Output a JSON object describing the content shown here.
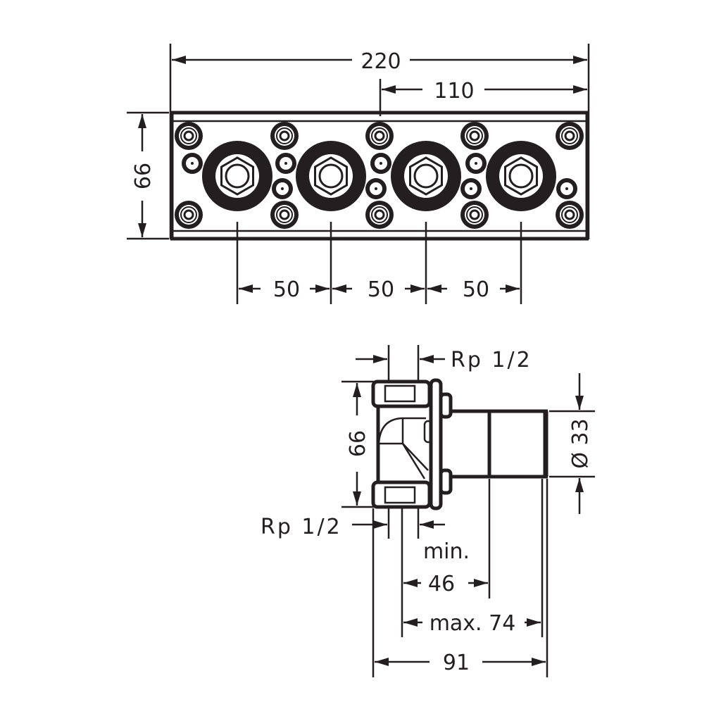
{
  "front_view": {
    "overall_width": "220",
    "half_width": "110",
    "height": "66",
    "spacing": [
      "50",
      "50",
      "50"
    ]
  },
  "side_view": {
    "connection_top": "Rp 1/2",
    "connection_bottom": "Rp 1/2",
    "height": "66",
    "diameter": "Ø 33",
    "min_label": "min.",
    "min_depth": "46",
    "max_depth": "max. 74",
    "overall_depth": "91"
  },
  "colors": {
    "ink": "#231f20",
    "background": "#ffffff"
  }
}
